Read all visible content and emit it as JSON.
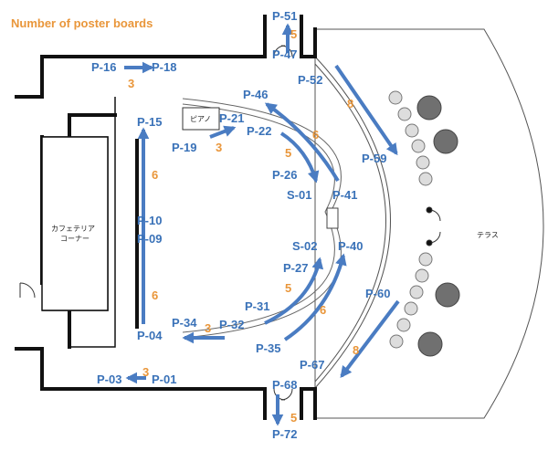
{
  "title": "Number of poster boards",
  "colors": {
    "label": "#3a72b8",
    "count": "#e9963a",
    "arrow": "#4a7cc2",
    "wall": "#111111"
  },
  "rooms": {
    "cafeteria_line1": "カフェテリア",
    "cafeteria_line2": "コーナー",
    "piano": "ピアノ",
    "terrace": "テラス"
  },
  "labels": {
    "p51": "P-51",
    "p47": "P-47",
    "p16": "P-16",
    "p18": "P-18",
    "p52": "P-52",
    "p46": "P-46",
    "p15": "P-15",
    "p21": "P-21",
    "p22": "P-22",
    "p19": "P-19",
    "p59": "P-59",
    "p26": "P-26",
    "s01": "S-01",
    "p41": "P-41",
    "p10": "P-10",
    "p09": "P-09",
    "s02": "S-02",
    "p40": "P-40",
    "p27": "P-27",
    "p60": "P-60",
    "p31": "P-31",
    "p34": "P-34",
    "p32": "P-32",
    "p04": "P-04",
    "p35": "P-35",
    "p67": "P-67",
    "p03": "P-03",
    "p01": "P-01",
    "p68": "P-68",
    "p72": "P-72"
  },
  "counts": {
    "top_door": "5",
    "left_top": "3",
    "stage_upper": "8",
    "piano": "3",
    "arc_upper_right": "6",
    "arc_upper_left": "5",
    "left_upper": "6",
    "left_lower": "6",
    "arc_lower_left": "5",
    "arc_lower_right": "6",
    "p34_p32": "3",
    "stage_lower": "8",
    "left_bottom": "3",
    "bottom_door": "5"
  }
}
